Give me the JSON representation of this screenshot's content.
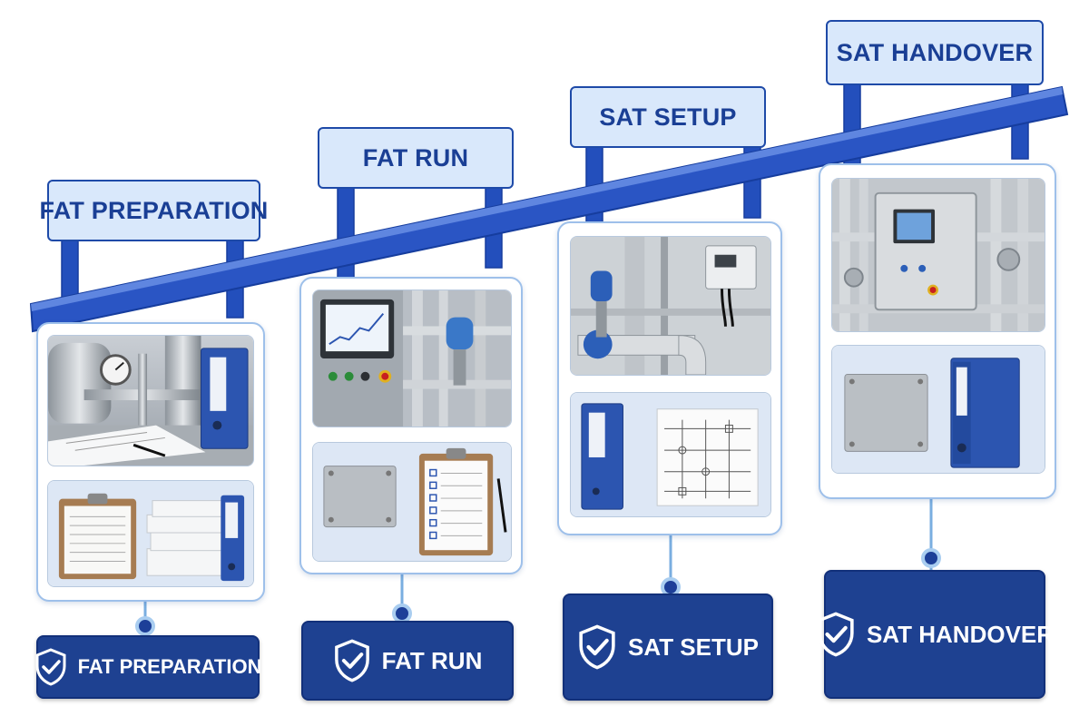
{
  "colors": {
    "rail": "#2a55c4",
    "rail_dark": "#163d9e",
    "sign_fill": "#d9e8fb",
    "sign_text": "#1a3f95",
    "badge_fill": "#1e4191",
    "connector": "#7aaee0",
    "node": "#1d3f98"
  },
  "stages": [
    {
      "id": "fat-preparation",
      "sign_label": "FAT PREPARATION",
      "badge_label": "FAT PREPARATION",
      "badge_icon": "shield-check-icon",
      "photos": [
        "process-equipment-with-pressure-gauge-and-drawings",
        "clipboard-paper-stack-and-binder"
      ]
    },
    {
      "id": "fat-run",
      "sign_label": "FAT RUN",
      "badge_label": "FAT RUN",
      "badge_icon": "shield-check-icon",
      "photos": [
        "control-panel-hmi-with-piping",
        "steel-plate-and-checklist-clipboard"
      ]
    },
    {
      "id": "sat-setup",
      "sign_label": "SAT SETUP",
      "badge_label": "SAT SETUP",
      "badge_icon": "shield-check-icon",
      "photos": [
        "installed-piping-with-valve-and-junction-box",
        "binder-and-piping-schematic"
      ]
    },
    {
      "id": "sat-handover",
      "sign_label": "SAT HANDOVER",
      "badge_label": "SAT HANDOVER",
      "badge_icon": "shield-check-icon",
      "photos": [
        "stainless-control-cabinet-with-piping",
        "steel-plate-and-binder"
      ]
    }
  ]
}
